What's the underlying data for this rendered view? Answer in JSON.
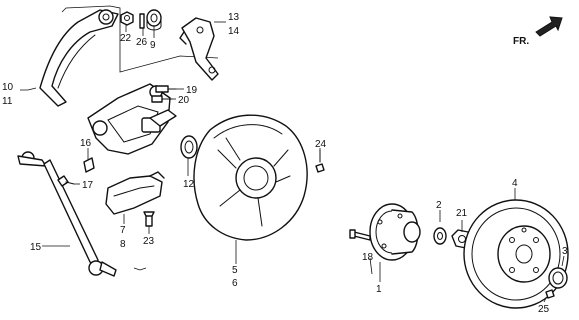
{
  "diagram": {
    "direction_label": "FR.",
    "callouts": {
      "c1": "1",
      "c2": "2",
      "c3": "3",
      "c4": "4",
      "c5": "5",
      "c6": "6",
      "c7": "7",
      "c8": "8",
      "c9": "9",
      "c10": "10",
      "c11": "11",
      "c12": "12",
      "c13": "13",
      "c14": "14",
      "c15": "15",
      "c16": "16",
      "c17": "17",
      "c18": "18",
      "c19": "19",
      "c20": "20",
      "c21": "21",
      "c22": "22",
      "c23": "23",
      "c24": "24",
      "c25": "25",
      "c26": "26"
    }
  }
}
